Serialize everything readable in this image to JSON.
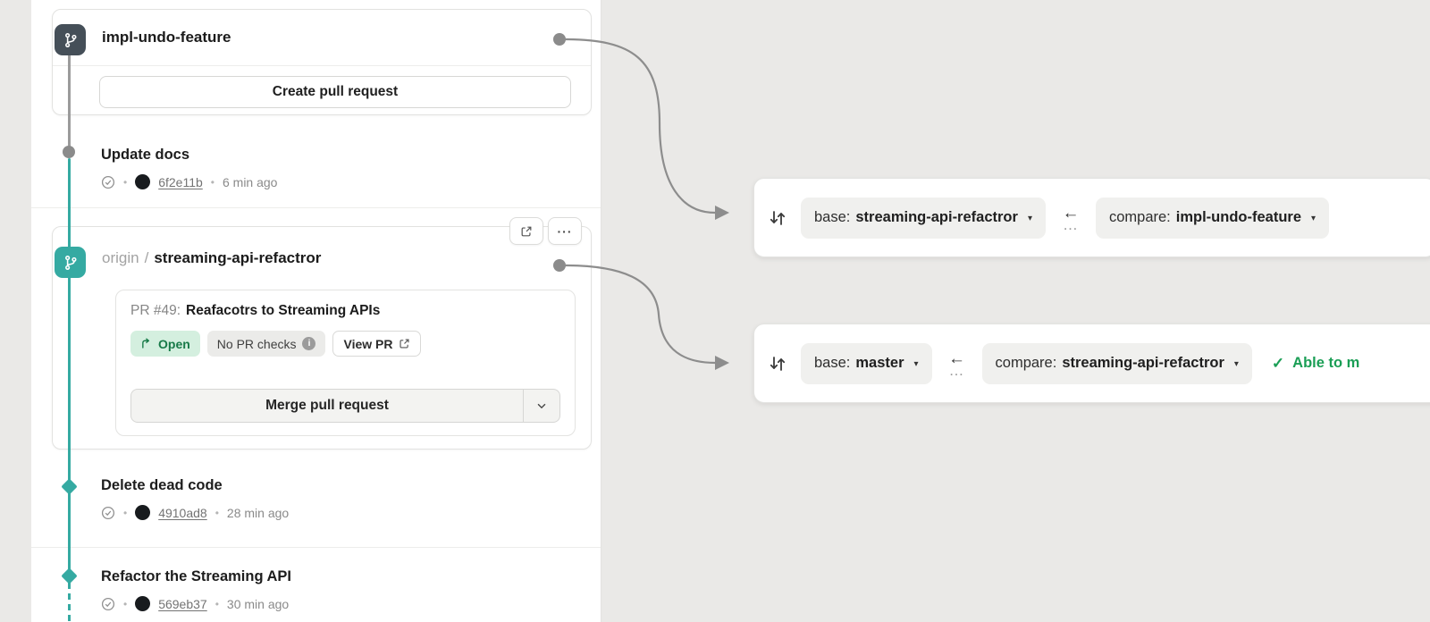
{
  "ui": {
    "bullet": "•",
    "caret": "▾",
    "arrow_left": "←",
    "ellipsis": "…",
    "more": "···",
    "info": "i",
    "check": "✓"
  },
  "colors": {
    "accent_teal": "#35aaa2",
    "branch_dark": "#454f58",
    "open_badge_bg": "#d4efdf",
    "open_badge_text": "#187a48",
    "mergeable_green": "#1a9e55",
    "connector_gray": "#8d8d8d",
    "background": "#eae9e7"
  },
  "graph": {
    "branches": [
      {
        "name": "impl-undo-feature",
        "action_label": "Create pull request",
        "commits": [
          {
            "message": "Update docs",
            "hash": "6f2e11b",
            "time": "6 min ago"
          }
        ]
      },
      {
        "remote": "origin",
        "separator": "/",
        "name": "streaming-api-refactror",
        "pr": {
          "label": "PR #49:",
          "title": "Reafacotrs to Streaming APIs",
          "status_badge": "Open",
          "checks_badge": "No PR checks",
          "view_button": "View PR",
          "merge_button": "Merge pull request"
        },
        "commits": [
          {
            "message": "Delete dead code",
            "hash": "4910ad8",
            "time": "28 min ago"
          },
          {
            "message": "Refactor the Streaming API",
            "hash": "569eb37",
            "time": "30 min ago"
          }
        ]
      }
    ]
  },
  "compare_bars": [
    {
      "base_label": "base:",
      "base": "streaming-api-refactror",
      "compare_label": "compare:",
      "compare": "impl-undo-feature"
    },
    {
      "base_label": "base:",
      "base": "master",
      "compare_label": "compare:",
      "compare": "streaming-api-refactror",
      "status": "Able to m"
    }
  ]
}
